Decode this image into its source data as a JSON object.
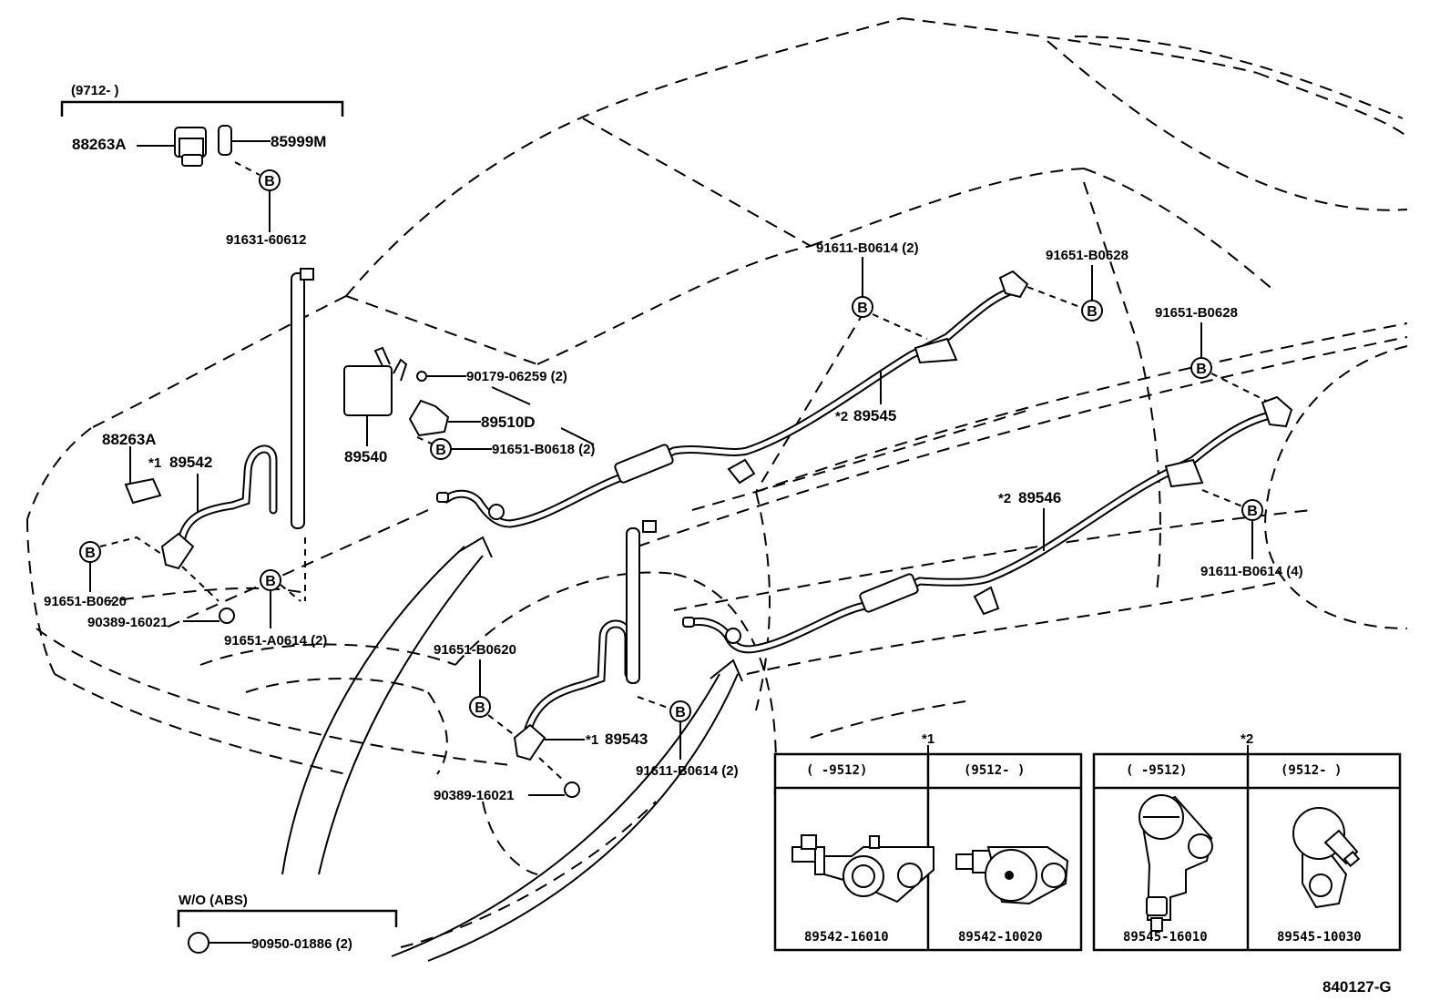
{
  "diagram": {
    "type": "parts-exploded-view",
    "subject": "ABS speed sensor wiring / vehicle body outline",
    "figure_id": "840127-G"
  },
  "inset_top_left": {
    "range_label": "(9712-      )",
    "parts": [
      "88263A",
      "85999M"
    ],
    "bolt_label": "91631-60612"
  },
  "labels": {
    "p89540": "89540",
    "p90179": "90179-06259 (2)",
    "p89510d": "89510D",
    "p91651_b0618": "91651-B0618 (2)",
    "p91611_b0614_2_top": "91611-B0614 (2)",
    "p91651_b0628_a": "91651-B0628",
    "p91651_b0628_b": "91651-B0628",
    "p89545": "89545",
    "p89545_mark": "*2",
    "p89546": "89546",
    "p89546_mark": "*2",
    "p91611_b0614_4": "91611-B0614 (4)",
    "p88263a": "88263A",
    "p89542": "89542",
    "p89542_mark": "*1",
    "p91651_b0620_a": "91651-B0620",
    "p90389_a": "90389-16021",
    "p91651_a0614": "91651-A0614 (2)",
    "p91651_b0620_b": "91651-B0620",
    "p89543": "89543",
    "p89543_mark": "*1",
    "p90389_b": "90389-16021",
    "p91611_b0614_2_bot": "91611-B0614 (2)",
    "b_marker": "B"
  },
  "inset_wo_abs": {
    "title": "W/O (ABS)",
    "part": "90950-01886 (2)"
  },
  "variant_tables": [
    {
      "marker": "*1",
      "columns": [
        {
          "range": "(      -9512)",
          "part_no": "89542-16010"
        },
        {
          "range": "(9512-      )",
          "part_no": "89542-10020"
        }
      ]
    },
    {
      "marker": "*2",
      "columns": [
        {
          "range": "(      -9512)",
          "part_no": "89545-16010"
        },
        {
          "range": "(9512-      )",
          "part_no": "89545-10030"
        }
      ]
    }
  ],
  "footer": {
    "figure_code": "840127-G"
  }
}
